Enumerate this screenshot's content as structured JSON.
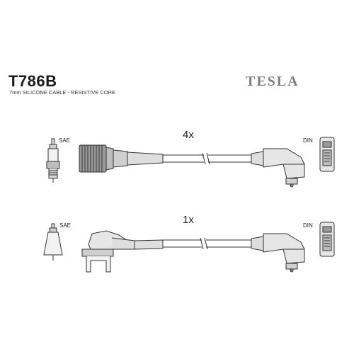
{
  "header": {
    "part_number": "T786B",
    "description": "7mm SILICONE CABLE - RESISTIVE CORE",
    "brand": "TESLA"
  },
  "rows": [
    {
      "quantity": "4x",
      "left_label": "SAE",
      "right_label": "DIN"
    },
    {
      "quantity": "1x",
      "left_label": "SAE",
      "right_label": "DIN"
    }
  ],
  "colors": {
    "line": "#333333",
    "fill_dark": "#9a9a9a",
    "fill_light": "#e6e6e6",
    "brand": "#7f7f7f"
  }
}
